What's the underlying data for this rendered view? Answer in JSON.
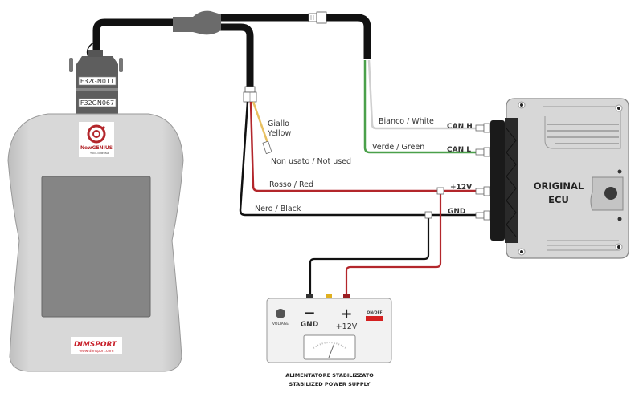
{
  "diagram": {
    "device": {
      "connector_upper_label": "F32GN011",
      "connector_lower_label": "F32GN067",
      "logo_top_text": "NewGENIUS",
      "logo_top_sub": "TOOL·CHIP·MAP",
      "logo_bottom_brand": "DIMSPORT",
      "logo_bottom_url": "www.dimsport.com"
    },
    "wires": {
      "yellow": {
        "label_it": "Giallo",
        "label_en": "Yellow",
        "note": "Non usato / Not used",
        "color": "#e8c060"
      },
      "white": {
        "label": "Bianco / White",
        "pin": "CAN H",
        "color": "#cfcfcf"
      },
      "green": {
        "label": "Verde / Green",
        "pin": "CAN L",
        "color": "#4aa04a"
      },
      "red": {
        "label": "Rosso / Red",
        "pin": "+12V",
        "color": "#b3262b"
      },
      "black": {
        "label": "Nero / Black",
        "pin": "GND",
        "color": "#111111"
      }
    },
    "ecu": {
      "line1": "ORIGINAL",
      "line2": "ECU"
    },
    "power_supply": {
      "voltage_label": "VOLTAGE",
      "gnd_symbol": "−",
      "gnd_label": "GND",
      "pos_symbol": "+",
      "pos_label": "+12V",
      "switch_label": "ON/OFF",
      "caption_it": "ALIMENTATORE STABILIZZATO",
      "caption_en": "STABILIZED POWER SUPPLY"
    }
  }
}
